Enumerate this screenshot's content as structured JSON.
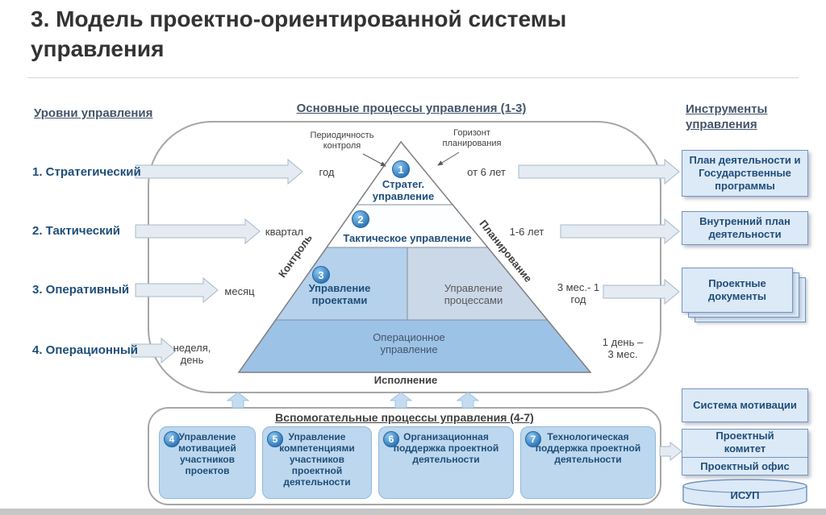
{
  "title": "3. Модель проектно-ориентированной системы управления",
  "headers": {
    "levels": "Уровни управления",
    "processes": "Основные процессы управления (1-3)",
    "tools1": "Инструменты",
    "tools2": "управления"
  },
  "levels": [
    {
      "label": "1. Стратегический"
    },
    {
      "label": "2. Тактический"
    },
    {
      "label": "3. Оперативный"
    },
    {
      "label": "4. Операционный"
    }
  ],
  "pyramid": {
    "periodicity_title": "Периодичность контроля",
    "horizon_title": "Горизонт планирования",
    "left_edge": "Контроль",
    "right_edge": "Планирование",
    "bottom_edge": "Исполнение",
    "level1": {
      "num": "1",
      "label": "Стратег. управление",
      "period": "год",
      "horizon": "от 6 лет"
    },
    "level2": {
      "num": "2",
      "label": "Тактическое управление",
      "period": "квартал",
      "horizon": "1-6 лет"
    },
    "level3": {
      "num": "3",
      "label": "Управление проектами",
      "label_right": "Управление процессами",
      "period": "месяц",
      "horizon": "3 мес.- 1 год"
    },
    "level4": {
      "label": "Операционное управление",
      "period": "неделя, день",
      "horizon": "1 день – 3 мес."
    }
  },
  "auxiliary": {
    "title": "Вспомогательные процессы управления (4-7)",
    "items": [
      {
        "num": "4",
        "label": "Управление мотивацией участников проектов"
      },
      {
        "num": "5",
        "label": "Управление компетенциями участников проектной деятельности"
      },
      {
        "num": "6",
        "label": "Организационная поддержка проектной деятельности"
      },
      {
        "num": "7",
        "label": "Технологическая поддержка проектной деятельности"
      }
    ]
  },
  "tools": {
    "box1": "План деятельности и Государственные программы",
    "box2": "Внутренний план деятельности",
    "box3": "Проектные документы",
    "box4": "Система мотивации",
    "box5a": "Проектный комитет",
    "box5b": "Проектный офис",
    "box6": "ИСУП"
  },
  "colors": {
    "accent_blue": "#2E75B6",
    "navy_text": "#1F4E79",
    "light_blue_fill": "#BDD7EE",
    "box_fill": "#DCE9F7",
    "pyramid_bottom_fill": "#9CC2E5"
  }
}
